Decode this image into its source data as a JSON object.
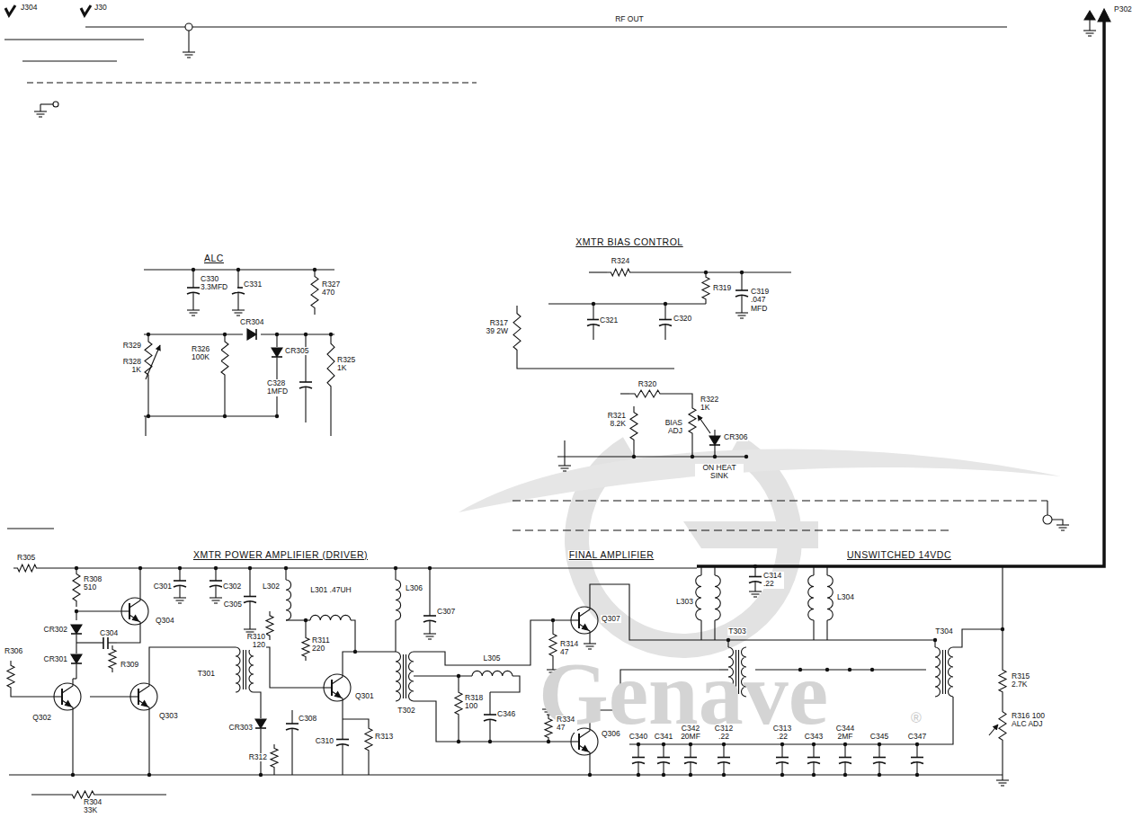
{
  "diagram": {
    "labels": [
      "J304",
      "J30",
      "RF OUT",
      "P302",
      "ALC",
      "C330 3.3MFD",
      "C331",
      "R327 470",
      "CR304",
      "R326 100K",
      "CR305",
      "C328 1MFD",
      "R325 1K",
      "R329",
      "R328 1K",
      "XMTR BIAS CONTROL",
      "R324",
      "R319",
      "C319 .047 MFD",
      "R317 39 2W",
      "C321",
      "C320",
      "R320",
      "R321 8.2K",
      "R322 1K",
      "BIAS ADJ",
      "CR306",
      "ON HEAT SINK",
      "XMTR POWER AMPLIFIER (DRIVER)",
      "FINAL AMPLIFIER",
      "UNSWITCHED 14VDC",
      "R305",
      "R308 510",
      "Q304",
      "C301",
      "C302",
      "C304",
      "R309",
      "CR302",
      "CR301",
      "R306",
      "Q302",
      "Q303",
      "L302",
      "C305",
      "R310 120",
      "R311 220",
      "L301 .47UH",
      "L306",
      "C307",
      "T301",
      "T302",
      "Q301",
      "CR303",
      "C308",
      "R312",
      "C310",
      "R313",
      "L305",
      "R318 100",
      "C346",
      "R314 47",
      "Q307",
      "R334 47",
      "Q306",
      "C340",
      "C341",
      "C342 20MF",
      "C312 .22",
      "C313 .22",
      "C343",
      "C344 2MF",
      "C345",
      "C347",
      "C314 .22",
      "L303",
      "L304",
      "T303",
      "T304",
      "R315 2.7K",
      "R316 100 ALC ADJ",
      "R304 33K",
      "Genave",
      "®"
    ]
  }
}
